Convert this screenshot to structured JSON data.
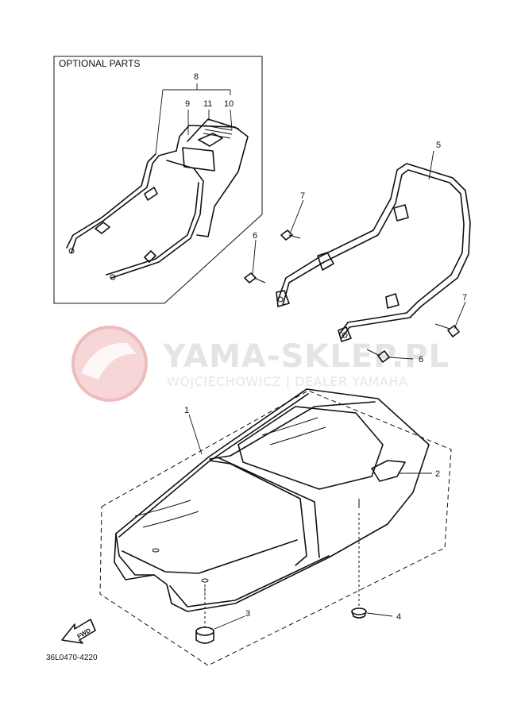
{
  "optional_box": {
    "title": "OPTIONAL PARTS"
  },
  "callouts": {
    "p1": "1",
    "p2": "2",
    "p3": "3",
    "p4": "4",
    "p5": "5",
    "p6a": "6",
    "p6b": "6",
    "p7a": "7",
    "p7b": "7",
    "p8": "8",
    "p9": "9",
    "p10": "10",
    "p11": "11"
  },
  "fwd_label": "FWD",
  "diagram_code": "36L0470-4220",
  "watermark": {
    "title": "YAMA-SKLEP.PL",
    "subtitle": "WOJCIECHOWICZ | DEALER YAMAHA"
  },
  "colors": {
    "line": "#111111",
    "watermark_red": "#f2c4c4",
    "watermark_gray": "#e4e4e4"
  }
}
